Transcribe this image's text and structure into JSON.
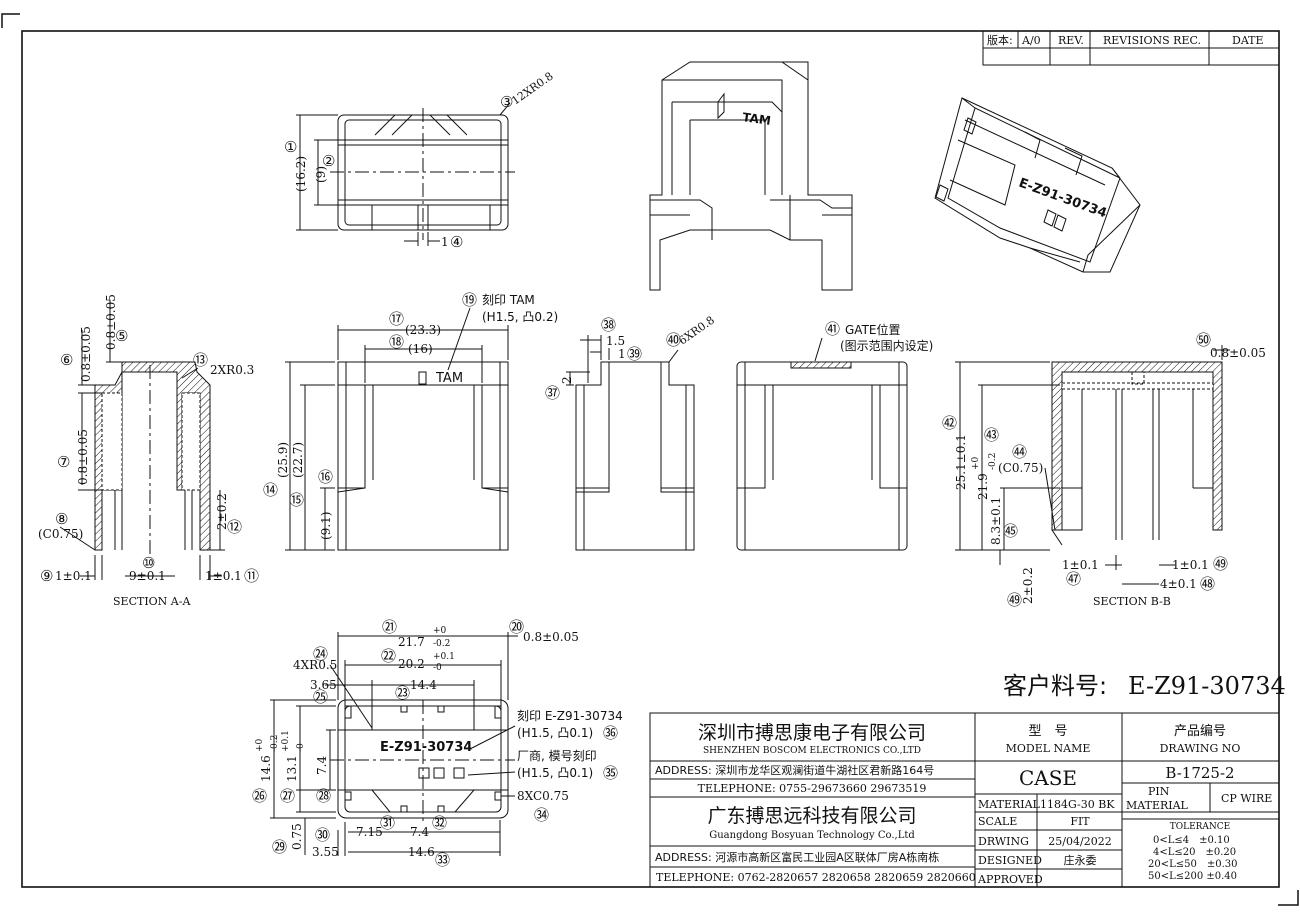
{
  "revision_block": {
    "version_label": "版本:",
    "version_value": "A/0",
    "rev_header": "REV.",
    "revisions_header": "REVISIONS REC.",
    "date_header": "DATE"
  },
  "customer_part": {
    "label": "客户料号:",
    "value": "E-Z91-30734"
  },
  "title_block": {
    "company_cn": "深圳市搏思康电子有限公司",
    "company_en": "SHENZHEN BOSCOM ELECTRONICS CO.,LTD",
    "address1": "ADDRESS: 深圳市龙华区观澜街道牛湖社区君新路164号",
    "telephone1": "TELEPHONE: 0755-29673660 29673519",
    "company2_cn": "广东搏思远科技有限公司",
    "company2_en": "Guangdong Bosyuan Technology Co.,Ltd",
    "address2": "ADDRESS: 河源市高新区富民工业园A区联体厂房A栋南栋",
    "telephone2": "TELEPHONE: 0762-2820657 2820658 2820659 2820660",
    "model_label_cn": "型　号",
    "model_label_en": "MODEL NAME",
    "model_value": "CASE",
    "drawing_label_cn": "产品编号",
    "drawing_label_en": "DRAWING NO",
    "drawing_value": "B-1725-2",
    "material_label": "MATERIAL",
    "material_value": "1184G-30 BK",
    "pin_material_label_1": "PIN",
    "pin_material_label_2": "MATERIAL",
    "pin_material_value": "CP WIRE",
    "scale_label": "SCALE",
    "scale_value": "FIT",
    "drawing_date_label": "DRWING",
    "drawing_date_value": "25/04/2022",
    "designed_label": "DESIGNED",
    "designed_value": "庄永委",
    "approved_label": "APPROVED",
    "approved_value": "",
    "tolerance_header": "TOLERANCE",
    "tolerances": [
      "0<L≤4　±0.10",
      "4<L≤20　±0.20",
      "20<L≤50　±0.30",
      "50<L≤200 ±0.40"
    ]
  },
  "views": {
    "top_view": {
      "d1": "①",
      "d1_val": "(16.2)",
      "d2": "②",
      "d2_val": "(9)",
      "d3": "③",
      "d3_val": "12XR0.8",
      "d4": "④",
      "d4_val": "1"
    },
    "iso_front_mark": "TAM",
    "iso_back_mark": "E-Z91-30734",
    "section_aa": {
      "title": "SECTION A-A",
      "d5": "⑤",
      "d5_val": "0.8±0.05",
      "d6": "⑥",
      "d6_val": "0.8±0.05",
      "d7": "⑦",
      "d7_val": "0.8±0.05",
      "d8": "⑧",
      "d8_val": "(C0.75)",
      "d9": "⑨",
      "d9_val": "1±0.1",
      "d10": "⑩",
      "d10_val": "9±0.1",
      "d11": "⑪",
      "d11_val": "1±0.1",
      "d12": "⑫",
      "d12_val": "2±0.2",
      "d13": "⑬",
      "d13_val": "2XR0.3"
    },
    "front_view": {
      "d14": "⑭",
      "d14_val": "(25.9)",
      "d15": "⑮",
      "d15_val": "(22.7)",
      "d16": "⑯",
      "d16_val": "(9.1)",
      "d17": "⑰",
      "d17_val": "(23.3)",
      "d18": "⑱",
      "d18_val": "(16)",
      "d19": "⑲",
      "d19_line1": "刻印 TAM",
      "d19_line2": "(H1.5, 凸0.2)",
      "mark": "TAM"
    },
    "side_view": {
      "d37": "㊲",
      "d37_val": "2",
      "d38": "㊳",
      "d38_val": "1.5",
      "d39": "㊴",
      "d39_val": "1",
      "d40": "㊵",
      "d40_val": "6XR0.8"
    },
    "gate_view": {
      "d41": "㊶",
      "line1": "GATE位置",
      "line2": "(图示范围内设定)"
    },
    "section_bb": {
      "title": "SECTION B-B",
      "d42": "㊷",
      "d42_val": "25.1±0.1",
      "d43": "㊸",
      "d43_val": "21.9",
      "d43_tol_up": "+0",
      "d43_tol_dn": "-0.2",
      "d44": "㊹",
      "d44_val": "(C0.75)",
      "d45": "㊺",
      "d45_val": "8.3±0.1",
      "d47": "㊼",
      "d47_val": "1±0.1",
      "d48": "㊽",
      "d48_val": "4±0.1",
      "d49": "㊾",
      "d49_val": "1±0.1",
      "d49b": "㊾",
      "d49b_val": "2±0.2",
      "d50": "㊿",
      "d50_val": "0.8±0.05"
    },
    "bottom_view": {
      "d20": "⑳",
      "d20_val": "0.8±0.05",
      "d21": "㉑",
      "d21_val": "21.7",
      "d21_tol_up": "+0",
      "d21_tol_dn": "-0.2",
      "d22": "㉒",
      "d22_val": "20.2",
      "d22_tol_up": "+0.1",
      "d22_tol_dn": "-0",
      "d23": "㉓",
      "d23_val": "14.4",
      "d24": "㉔",
      "d24_val": "4XR0.5",
      "d25": "㉕",
      "d25_val": "3.65",
      "d26": "㉖",
      "d26_val": "14.6",
      "d26_tol_up": "+0",
      "d26_tol_dn": "-0.2",
      "d27": "㉗",
      "d27_val": "13.1",
      "d27_tol_up": "+0.1",
      "d27_tol_dn": "-0",
      "d28": "㉘",
      "d28_val": "7.4",
      "d29": "㉙",
      "d29_val": "0.75",
      "d30": "㉚",
      "d30_val": "7.15",
      "d31": "㉛",
      "d32": "㉜",
      "d32_val": "7.4",
      "d33": "㉝",
      "d33_val": "14.6",
      "d33b_val": "3.55",
      "d34": "㉞",
      "d34_val": "8XC0.75",
      "d35": "㉟",
      "d35_line1": "厂商, 模号刻印",
      "d35_line2": "(H1.5, 凸0.1)",
      "d36": "㊱",
      "d36_line1": "刻印 E-Z91-30734",
      "d36_line2": "(H1.5, 凸0.1)",
      "mark": "E-Z91-30734"
    }
  }
}
